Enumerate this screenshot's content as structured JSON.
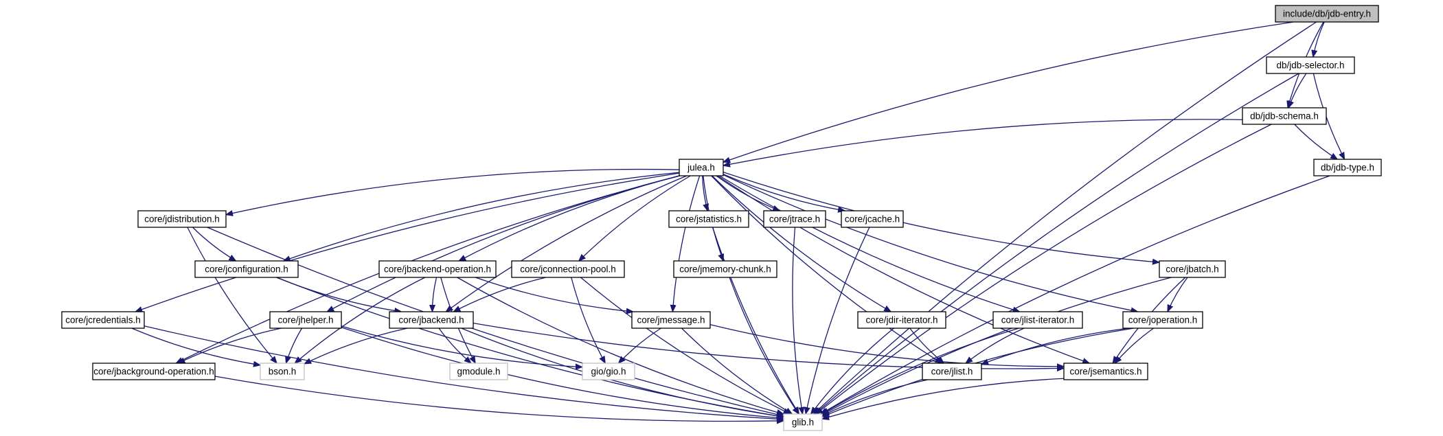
{
  "diagram": {
    "type": "include-dependency-graph",
    "colors": {
      "edge": "#191970",
      "node_border": "#000000",
      "external_border": "#bfbfbf",
      "root_fill": "#bfbfbf",
      "background": "#ffffff"
    },
    "nodes": [
      {
        "id": "root",
        "label": "include/db/jdb-entry.h",
        "kind": "root"
      },
      {
        "id": "selector",
        "label": "db/jdb-selector.h",
        "kind": "header"
      },
      {
        "id": "schema",
        "label": "db/jdb-schema.h",
        "kind": "header"
      },
      {
        "id": "type",
        "label": "db/jdb-type.h",
        "kind": "header"
      },
      {
        "id": "julea",
        "label": "julea.h",
        "kind": "header"
      },
      {
        "id": "jdistribution",
        "label": "core/jdistribution.h",
        "kind": "header"
      },
      {
        "id": "jstatistics",
        "label": "core/jstatistics.h",
        "kind": "header"
      },
      {
        "id": "jtrace",
        "label": "core/jtrace.h",
        "kind": "header"
      },
      {
        "id": "jcache",
        "label": "core/jcache.h",
        "kind": "header"
      },
      {
        "id": "jconfiguration",
        "label": "core/jconfiguration.h",
        "kind": "header"
      },
      {
        "id": "jbackendop",
        "label": "core/jbackend-operation.h",
        "kind": "header"
      },
      {
        "id": "jconnpool",
        "label": "core/jconnection-pool.h",
        "kind": "header"
      },
      {
        "id": "jmemchunk",
        "label": "core/jmemory-chunk.h",
        "kind": "header"
      },
      {
        "id": "jbatch",
        "label": "core/jbatch.h",
        "kind": "header"
      },
      {
        "id": "jcredentials",
        "label": "core/jcredentials.h",
        "kind": "header"
      },
      {
        "id": "jhelper",
        "label": "core/jhelper.h",
        "kind": "header"
      },
      {
        "id": "jbackend",
        "label": "core/jbackend.h",
        "kind": "header"
      },
      {
        "id": "jmessage",
        "label": "core/jmessage.h",
        "kind": "header"
      },
      {
        "id": "jdiriter",
        "label": "core/jdir-iterator.h",
        "kind": "header"
      },
      {
        "id": "jlistiter",
        "label": "core/jlist-iterator.h",
        "kind": "header"
      },
      {
        "id": "joperation",
        "label": "core/joperation.h",
        "kind": "header"
      },
      {
        "id": "jbgop",
        "label": "core/jbackground-operation.h",
        "kind": "header"
      },
      {
        "id": "bson",
        "label": "bson.h",
        "kind": "external"
      },
      {
        "id": "gmodule",
        "label": "gmodule.h",
        "kind": "external"
      },
      {
        "id": "gio",
        "label": "gio/gio.h",
        "kind": "external"
      },
      {
        "id": "jlist",
        "label": "core/jlist.h",
        "kind": "header"
      },
      {
        "id": "jsemantics",
        "label": "core/jsemantics.h",
        "kind": "header"
      },
      {
        "id": "glib",
        "label": "glib.h",
        "kind": "external"
      }
    ],
    "edges": [
      [
        "root",
        "julea"
      ],
      [
        "root",
        "selector"
      ],
      [
        "root",
        "schema"
      ],
      [
        "root",
        "glib"
      ],
      [
        "selector",
        "schema"
      ],
      [
        "selector",
        "type"
      ],
      [
        "selector",
        "glib"
      ],
      [
        "schema",
        "julea"
      ],
      [
        "schema",
        "type"
      ],
      [
        "schema",
        "glib"
      ],
      [
        "type",
        "glib"
      ],
      [
        "julea",
        "jdistribution"
      ],
      [
        "julea",
        "jstatistics"
      ],
      [
        "julea",
        "jtrace"
      ],
      [
        "julea",
        "jcache"
      ],
      [
        "julea",
        "jconfiguration"
      ],
      [
        "julea",
        "jbackendop"
      ],
      [
        "julea",
        "jconnpool"
      ],
      [
        "julea",
        "jmemchunk"
      ],
      [
        "julea",
        "jbatch"
      ],
      [
        "julea",
        "jcredentials"
      ],
      [
        "julea",
        "jhelper"
      ],
      [
        "julea",
        "jbackend"
      ],
      [
        "julea",
        "jmessage"
      ],
      [
        "julea",
        "jdiriter"
      ],
      [
        "julea",
        "jlistiter"
      ],
      [
        "julea",
        "joperation"
      ],
      [
        "julea",
        "jbgop"
      ],
      [
        "julea",
        "jlist"
      ],
      [
        "julea",
        "jsemantics"
      ],
      [
        "jdistribution",
        "jconfiguration"
      ],
      [
        "jdistribution",
        "bson"
      ],
      [
        "jdistribution",
        "glib"
      ],
      [
        "jstatistics",
        "glib"
      ],
      [
        "jtrace",
        "glib"
      ],
      [
        "jcache",
        "glib"
      ],
      [
        "jconfiguration",
        "jbackend"
      ],
      [
        "jconfiguration",
        "glib"
      ],
      [
        "jbackendop",
        "jbackend"
      ],
      [
        "jbackendop",
        "jmessage"
      ],
      [
        "jbackendop",
        "bson"
      ],
      [
        "jbackendop",
        "gmodule"
      ],
      [
        "jbackendop",
        "glib"
      ],
      [
        "jconnpool",
        "jbackend"
      ],
      [
        "jconnpool",
        "gio"
      ],
      [
        "jconnpool",
        "glib"
      ],
      [
        "jmemchunk",
        "glib"
      ],
      [
        "jbatch",
        "joperation"
      ],
      [
        "jbatch",
        "jsemantics"
      ],
      [
        "jbatch",
        "glib"
      ],
      [
        "jcredentials",
        "bson"
      ],
      [
        "jcredentials",
        "glib"
      ],
      [
        "jhelper",
        "jbgop"
      ],
      [
        "jhelper",
        "bson"
      ],
      [
        "jhelper",
        "gio"
      ],
      [
        "jhelper",
        "glib"
      ],
      [
        "jbackend",
        "bson"
      ],
      [
        "jbackend",
        "gmodule"
      ],
      [
        "jbackend",
        "jsemantics"
      ],
      [
        "jbackend",
        "glib"
      ],
      [
        "jmessage",
        "gio"
      ],
      [
        "jmessage",
        "jsemantics"
      ],
      [
        "jmessage",
        "glib"
      ],
      [
        "jdiriter",
        "jlist"
      ],
      [
        "jdiriter",
        "glib"
      ],
      [
        "jlistiter",
        "jlist"
      ],
      [
        "jlistiter",
        "glib"
      ],
      [
        "joperation",
        "jlist"
      ],
      [
        "joperation",
        "jsemantics"
      ],
      [
        "joperation",
        "glib"
      ],
      [
        "jbgop",
        "glib"
      ],
      [
        "jlist",
        "glib"
      ],
      [
        "jsemantics",
        "glib"
      ]
    ]
  }
}
